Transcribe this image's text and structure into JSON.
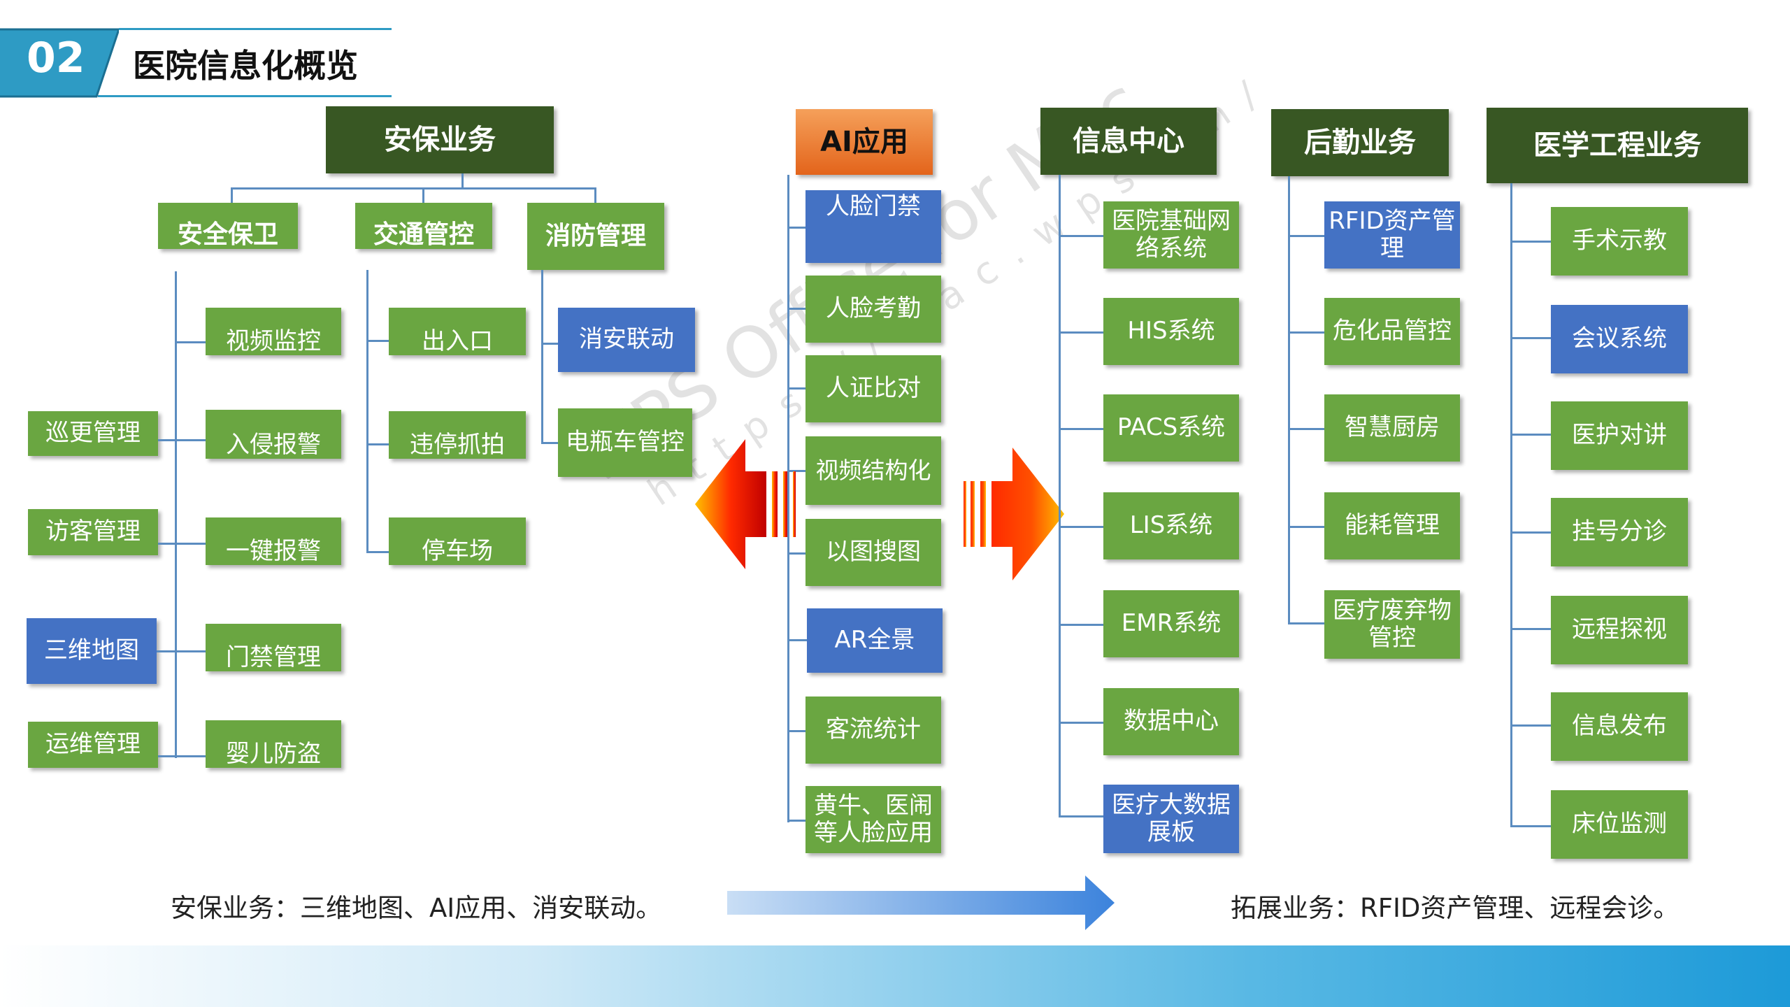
{
  "header": {
    "number": "02",
    "title": "医院信息化概览"
  },
  "sections": {
    "security": {
      "title": "安保业务",
      "groups": [
        {
          "title": "安全保卫",
          "items": [
            "视频监控",
            "入侵报警",
            "一键报警",
            "门禁管理",
            "婴儿防盗"
          ]
        },
        {
          "title": "交通管控",
          "items": [
            "出入口",
            "违停抓拍",
            "停车场"
          ]
        },
        {
          "title": "消防管理",
          "items": [
            "消安联动",
            "电瓶车管控"
          ]
        }
      ],
      "left_items": [
        "巡更管理",
        "访客管理",
        "三维地图",
        "运维管理"
      ]
    },
    "ai": {
      "title": "AI应用",
      "items": [
        "人脸门禁",
        "人脸考勤",
        "人证比对",
        "视频结构化",
        "以图搜图",
        "AR全景",
        "客流统计",
        "黄牛、医闹等人脸应用"
      ]
    },
    "info": {
      "title": "信息中心",
      "items": [
        "医院基础网络系统",
        "HIS系统",
        "PACS系统",
        "LIS系统",
        "EMR系统",
        "数据中心",
        "医疗大数据展板"
      ]
    },
    "logistics": {
      "title": "后勤业务",
      "items": [
        "RFID资产管理",
        "危化品管控",
        "智慧厨房",
        "能耗管理",
        "医疗废弃物管控"
      ]
    },
    "medeng": {
      "title": "医学工程业务",
      "items": [
        "手术示教",
        "会议系统",
        "医护对讲",
        "挂号分诊",
        "远程探视",
        "信息发布",
        "床位监测"
      ]
    }
  },
  "notes": {
    "left": "安保业务：三维地图、AI应用、消安联动。",
    "right": "拓展业务：RFID资产管理、远程会诊。"
  },
  "watermark": {
    "line1": "WPS Office for Mac",
    "line2": "https://mac.wps.cn/"
  },
  "colors": {
    "green": "#6AA641",
    "dark_green": "#385723",
    "blue": "#4472C4",
    "orange": "#E3641B",
    "line": "#5B8CC0"
  }
}
